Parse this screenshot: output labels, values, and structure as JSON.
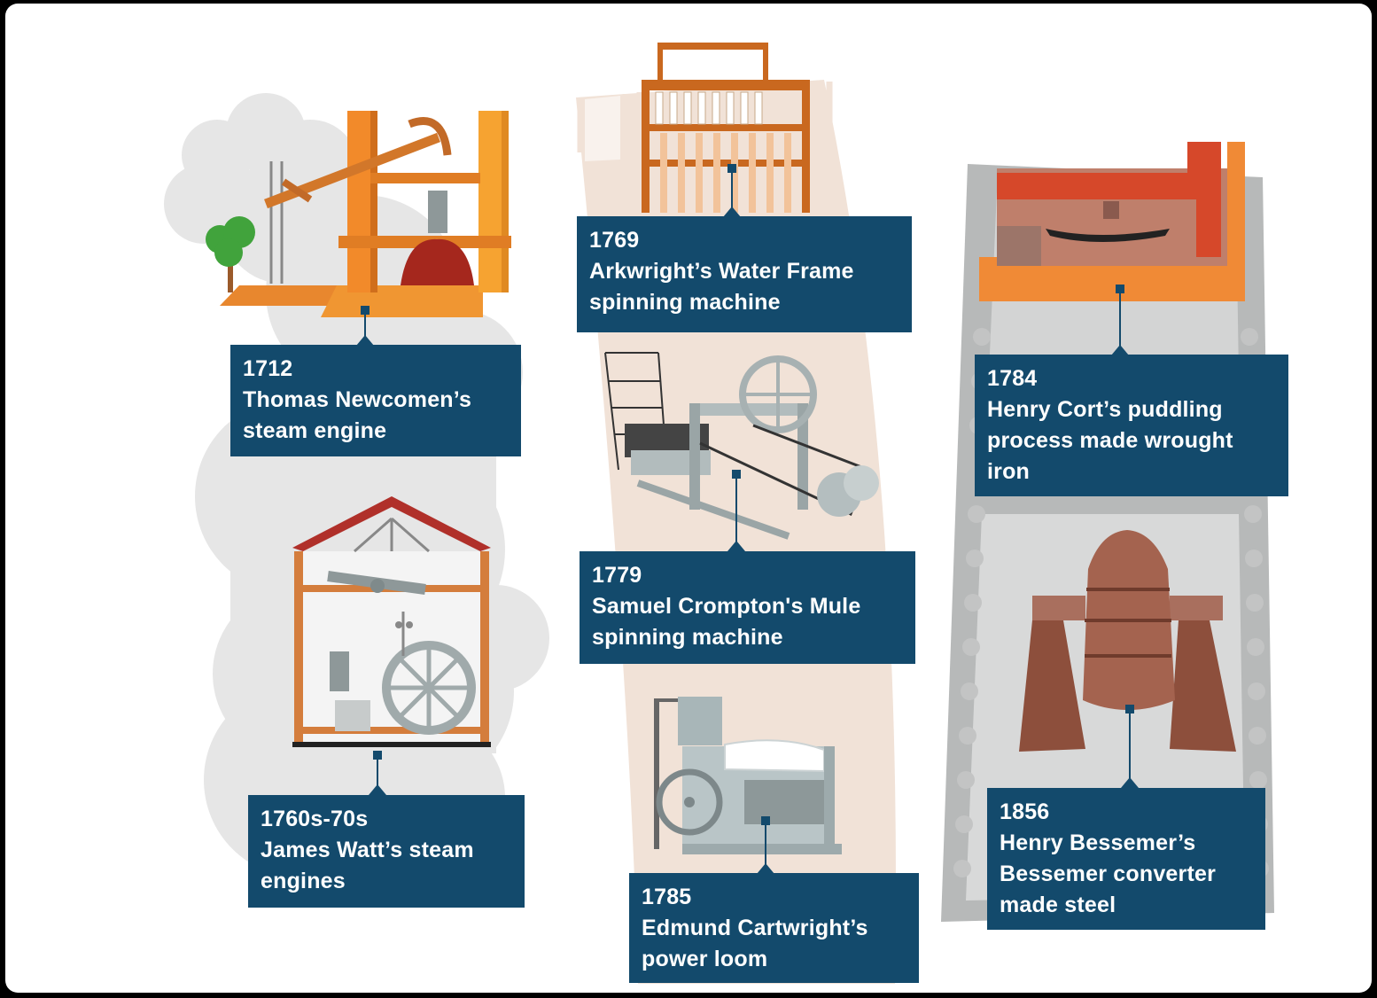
{
  "colors": {
    "caption_bg": "#134a6c",
    "caption_text": "#ffffff",
    "connector": "#134a6c",
    "steam_cloud": "#e6e6e6",
    "textile_ribbon": "#f1e2d7",
    "iron_band": "#b7b9b9",
    "wood_orange": "#f28a2a",
    "brick": "#c4632f"
  },
  "timeline": {
    "steam": [
      {
        "year": "1712",
        "line1": "Thomas Newcomen’s",
        "line2": "steam engine",
        "line3": "",
        "icon": "newcomen-engine-icon"
      },
      {
        "year": "1760s-70s",
        "line1": "James Watt’s steam",
        "line2": "engines",
        "line3": "",
        "icon": "watt-engine-icon"
      }
    ],
    "textiles": [
      {
        "year": "1769",
        "line1": "Arkwright’s Water Frame",
        "line2": "spinning machine",
        "line3": "",
        "icon": "water-frame-icon"
      },
      {
        "year": "1779",
        "line1": "Samuel Crompton's Mule",
        "line2": "spinning machine",
        "line3": "",
        "icon": "spinning-mule-icon"
      },
      {
        "year": "1785",
        "line1": "Edmund Cartwright’s",
        "line2": "power loom",
        "line3": "",
        "icon": "power-loom-icon"
      }
    ],
    "iron": [
      {
        "year": "1784",
        "line1": "Henry Cort’s puddling",
        "line2": "process made wrought",
        "line3": "iron",
        "icon": "puddling-furnace-icon"
      },
      {
        "year": "1856",
        "line1": "Henry Bessemer’s",
        "line2": "Bessemer converter",
        "line3": "made steel",
        "icon": "bessemer-converter-icon"
      }
    ]
  }
}
